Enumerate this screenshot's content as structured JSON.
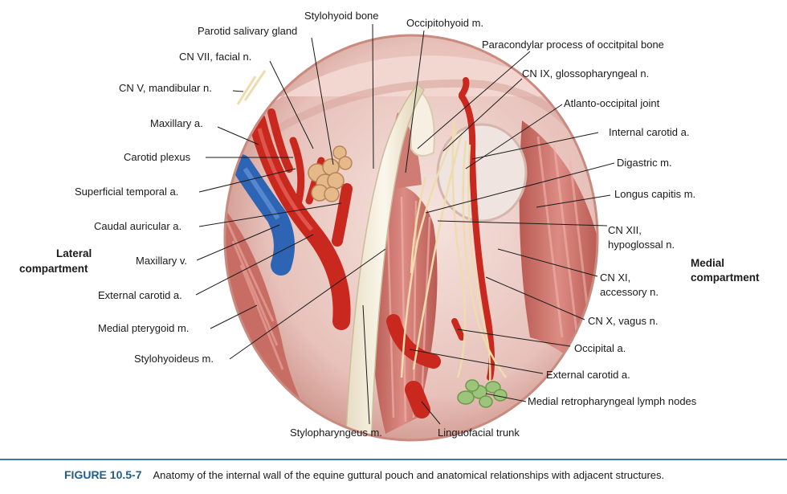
{
  "labels": {
    "stylohyoid_bone": "Stylohyoid bone",
    "occipitohyoid": "Occipitohyoid m.",
    "parotid_gland": "Parotid salivary gland",
    "paracondylar": "Paracondylar process of occitpital bone",
    "cn7": "CN VII, facial n.",
    "cn9": "CN IX, glossopharyngeal n.",
    "cn5": "CN V, mandibular n.",
    "atlanto_occipital": "Atlanto-occipital joint",
    "maxillary_a": "Maxillary a.",
    "internal_carotid": "Internal carotid a.",
    "carotid_plexus": "Carotid plexus",
    "digastric": "Digastric m.",
    "superficial_temporal": "Superficial temporal a.",
    "longus_capitis": "Longus capitis m.",
    "caudal_auricular": "Caudal auricular a.",
    "cn12_line1": "CN XII,",
    "cn12_line2": "hypoglossal n.",
    "lateral_line1": "Lateral",
    "lateral_line2": "compartment",
    "maxillary_v": "Maxillary v.",
    "medial_line1": "Medial",
    "medial_line2": "compartment",
    "cn11_line1": "CN XI,",
    "cn11_line2": "accessory n.",
    "external_carotid_left": "External carotid a.",
    "cn10": "CN X, vagus n.",
    "medial_pterygoid": "Medial pterygoid m.",
    "occipital_a": "Occipital a.",
    "stylohyoideus": "Stylohyoideus m.",
    "external_carotid_right": "External carotid a.",
    "medial_retro": "Medial retropharyngeal lymph nodes",
    "stylopharyngeus": "Stylopharyngeus m.",
    "linguofacial": "Linguofacial trunk"
  },
  "caption": {
    "figure": "FIGURE 10.5-7",
    "text": "Anatomy of the internal wall of the equine guttural pouch and anatomical relationships with adjacent structures."
  },
  "colors": {
    "artery": "#c8281e",
    "vein": "#2e64b4",
    "muscle": "#c9736b",
    "bone": "#f4ecd8",
    "pouch_wall": "#e9c9c3",
    "lymph": "#9cc47a",
    "gland": "#e6b98a",
    "caption_blue": "#1f5e8c"
  }
}
